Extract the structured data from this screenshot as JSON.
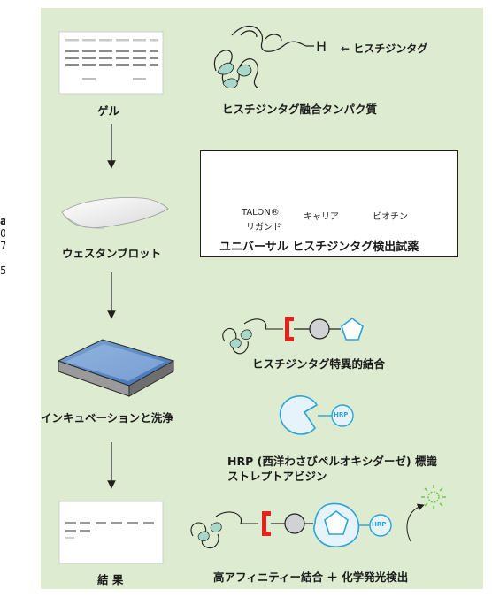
{
  "left_edge_fragments": [
    "a",
    "0",
    "7",
    "5"
  ],
  "steps": {
    "gel": "ゲル",
    "western_blot": "ウェスタンブロット",
    "incubation": "インキュベーションと洗浄",
    "result": "結 果"
  },
  "his_tag_label": "H",
  "his_tag_callout": "← ヒスチジンタグ",
  "fusion_protein": "ヒスチジンタグ融合タンパク質",
  "reagent": {
    "talon": "TALON®",
    "ligand": "リガンド",
    "carrier": "キャリア",
    "biotin": "ビオチン",
    "title": "ユニバーサル ヒスチジンタグ検出試薬"
  },
  "specific_binding": "ヒスチジンタグ特異的結合",
  "hrp_badge": "HRP",
  "hrp_label_line1": "HRP (西洋わさびペルオキシダーゼ) 標識",
  "hrp_label_line2": "ストレプトアビジン",
  "final_label": "高アフィニティー結合 ＋ 化学発光検出",
  "colors": {
    "panel": "#ddebd1",
    "helix": "#a8d8c8",
    "talon_red": "#e2231a",
    "carrier_gray": "#d0d2d3",
    "biotin_blue": "#29a3dc",
    "hrp_fill": "#e7f3fb",
    "glow_green": "#5ec43a"
  }
}
